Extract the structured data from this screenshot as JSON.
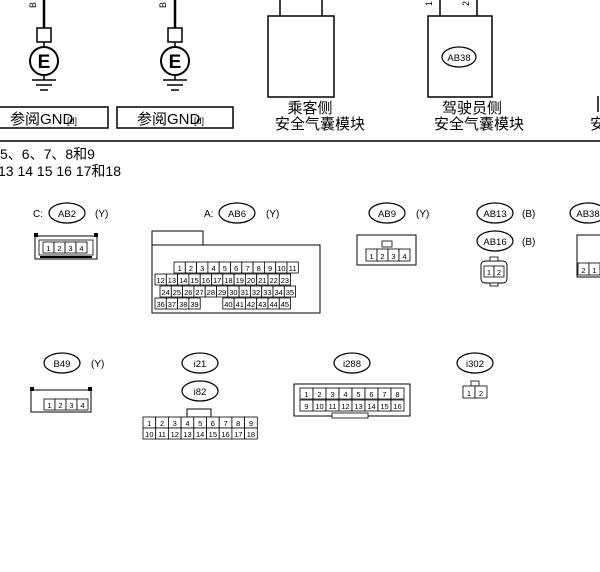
{
  "top": {
    "wire_b_1": "B",
    "wire_b_2": "B",
    "ground_1": {
      "icon": "E",
      "label": "参阅GND",
      "ref": "[d]"
    },
    "ground_2": {
      "icon": "E",
      "label": "参阅GND",
      "ref": "[d]"
    },
    "passenger_box": {
      "line1": "乘客侧",
      "line2": "安全气囊模块"
    },
    "driver_box": {
      "connector": "AB38",
      "pin1": "1",
      "pin2": "2",
      "line1": "驾驶员侧",
      "line2": "安全气囊模块",
      "cut_text": "安"
    }
  },
  "notes": {
    "line1": "5、6、7、8和9",
    "line2": "13 14 15 16 17和18"
  },
  "connectors": {
    "AB2": {
      "prefix": "C:",
      "name": "AB2",
      "color": "(Y)",
      "pins": [
        "1",
        "2",
        "3",
        "4"
      ]
    },
    "AB6": {
      "prefix": "A:",
      "name": "AB6",
      "color": "(Y)",
      "rows": [
        [
          "1",
          "2",
          "3",
          "4",
          "5",
          "6",
          "7",
          "8",
          "9",
          "10",
          "11"
        ],
        [
          "12",
          "13",
          "14",
          "15",
          "16",
          "17",
          "18",
          "19",
          "20",
          "21",
          "22",
          "23"
        ],
        [
          "24",
          "25",
          "26",
          "27",
          "28",
          "29",
          "30",
          "31",
          "32",
          "33",
          "34",
          "35"
        ],
        [
          "36",
          "37",
          "38",
          "39",
          "",
          "40",
          "41",
          "42",
          "43",
          "44",
          "45"
        ]
      ]
    },
    "AB9": {
      "name": "AB9",
      "color": "(Y)",
      "pins": [
        "1",
        "2",
        "3",
        "4"
      ]
    },
    "AB13": {
      "name": "AB13",
      "color": "(B)"
    },
    "AB16": {
      "name": "AB16",
      "color": "(B)",
      "pins": [
        "1",
        "2"
      ]
    },
    "AB38": {
      "name": "AB38",
      "pins": [
        "2",
        "1"
      ]
    },
    "B49": {
      "name": "B49",
      "color": "(Y)",
      "pins": [
        "1",
        "2",
        "3",
        "4"
      ]
    },
    "i21": {
      "name": "i21"
    },
    "i82": {
      "name": "i82",
      "rows": [
        [
          "1",
          "2",
          "3",
          "4",
          "5",
          "6",
          "7",
          "8",
          "9"
        ],
        [
          "10",
          "11",
          "12",
          "13",
          "14",
          "15",
          "16",
          "17",
          "18"
        ]
      ]
    },
    "i288": {
      "name": "i288",
      "rows": [
        [
          "1",
          "2",
          "3",
          "4",
          "5",
          "6",
          "7",
          "8"
        ],
        [
          "9",
          "10",
          "11",
          "12",
          "13",
          "14",
          "15",
          "16"
        ]
      ]
    },
    "i302": {
      "name": "i302",
      "pins": [
        "1",
        "2"
      ]
    }
  }
}
